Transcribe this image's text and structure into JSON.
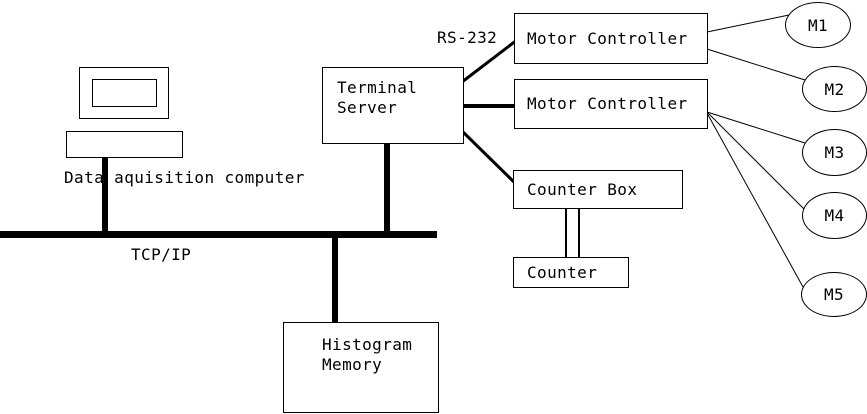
{
  "diagram": {
    "labels": {
      "computer": "Data aquisition computer",
      "network": "TCP/IP",
      "serial": "RS-232"
    },
    "nodes": {
      "terminal_server": "Terminal\nServer",
      "motor_controller_1": "Motor Controller",
      "motor_controller_2": "Motor Controller",
      "counter_box": "Counter Box",
      "counter": "Counter",
      "histogram_memory": "Histogram\nMemory"
    },
    "motors": [
      "M1",
      "M2",
      "M3",
      "M4",
      "M5"
    ],
    "icons": {
      "computer": "desktop-computer-icon"
    },
    "colors": {
      "stroke": "#000000",
      "background": "#ffffff"
    }
  }
}
